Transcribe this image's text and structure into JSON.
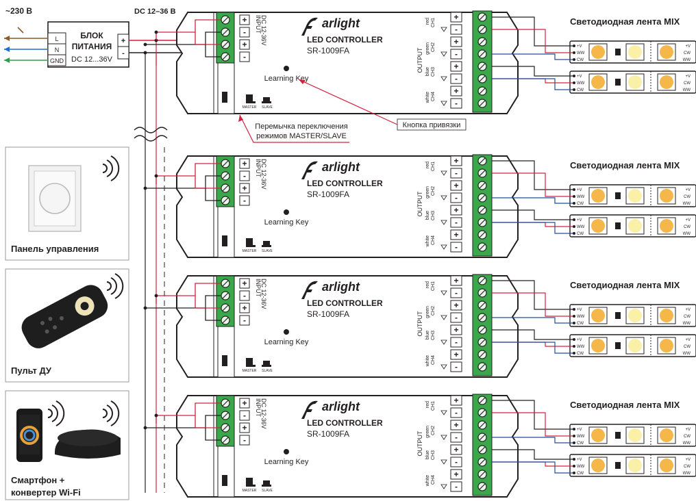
{
  "mains": "~230 В",
  "dc_label": "DC 12–36 В",
  "psu": {
    "title_1": "БЛОК",
    "title_2": "ПИТАНИЯ",
    "spec": "DC 12...36V",
    "pins": [
      "L",
      "N",
      "GND"
    ],
    "out_plus": "+",
    "out_minus": "-"
  },
  "controller": {
    "brand": "arlight",
    "title": "LED CONTROLLER",
    "model": "SR-1009FA",
    "learning_key": "Learning Key",
    "input_label": "INPUT",
    "input_range": "DC 12-36V",
    "input_terms": [
      "+",
      "-",
      "+",
      "-"
    ],
    "output_label": "OUTPUT",
    "output_terms": [
      "+",
      "-",
      "+",
      "-",
      "+",
      "-",
      "+",
      "-"
    ],
    "channels": [
      {
        "color": "red",
        "ch": "CH1"
      },
      {
        "color": "green",
        "ch": "CH2"
      },
      {
        "color": "blue",
        "ch": "CH3"
      },
      {
        "color": "white",
        "ch": "CH4"
      }
    ],
    "master": "MASTER",
    "slave": "SLAVE"
  },
  "strip": {
    "title": "Светодиодная лента MIX",
    "left_pins": [
      "+V",
      "WW",
      "CW"
    ],
    "right_pins": [
      "+V",
      "CW",
      "WW"
    ]
  },
  "callouts": {
    "jumper_1": "Перемычка переключения",
    "jumper_2": "режимов MASTER/SLAVE",
    "bind": "Кнопка привязки"
  },
  "devices": [
    {
      "label": "Панель управления"
    },
    {
      "label": "Пульт ДУ"
    },
    {
      "label_1": "Смартфон +",
      "label_2": "конвертер Wi-Fi"
    }
  ],
  "colors": {
    "red": "#d4213d",
    "blue": "#1d4e9f",
    "dark": "#231f20",
    "terminal_green": "#3aa84a",
    "led_warm": "#f6b74a",
    "led_cool": "#faf0a8"
  }
}
